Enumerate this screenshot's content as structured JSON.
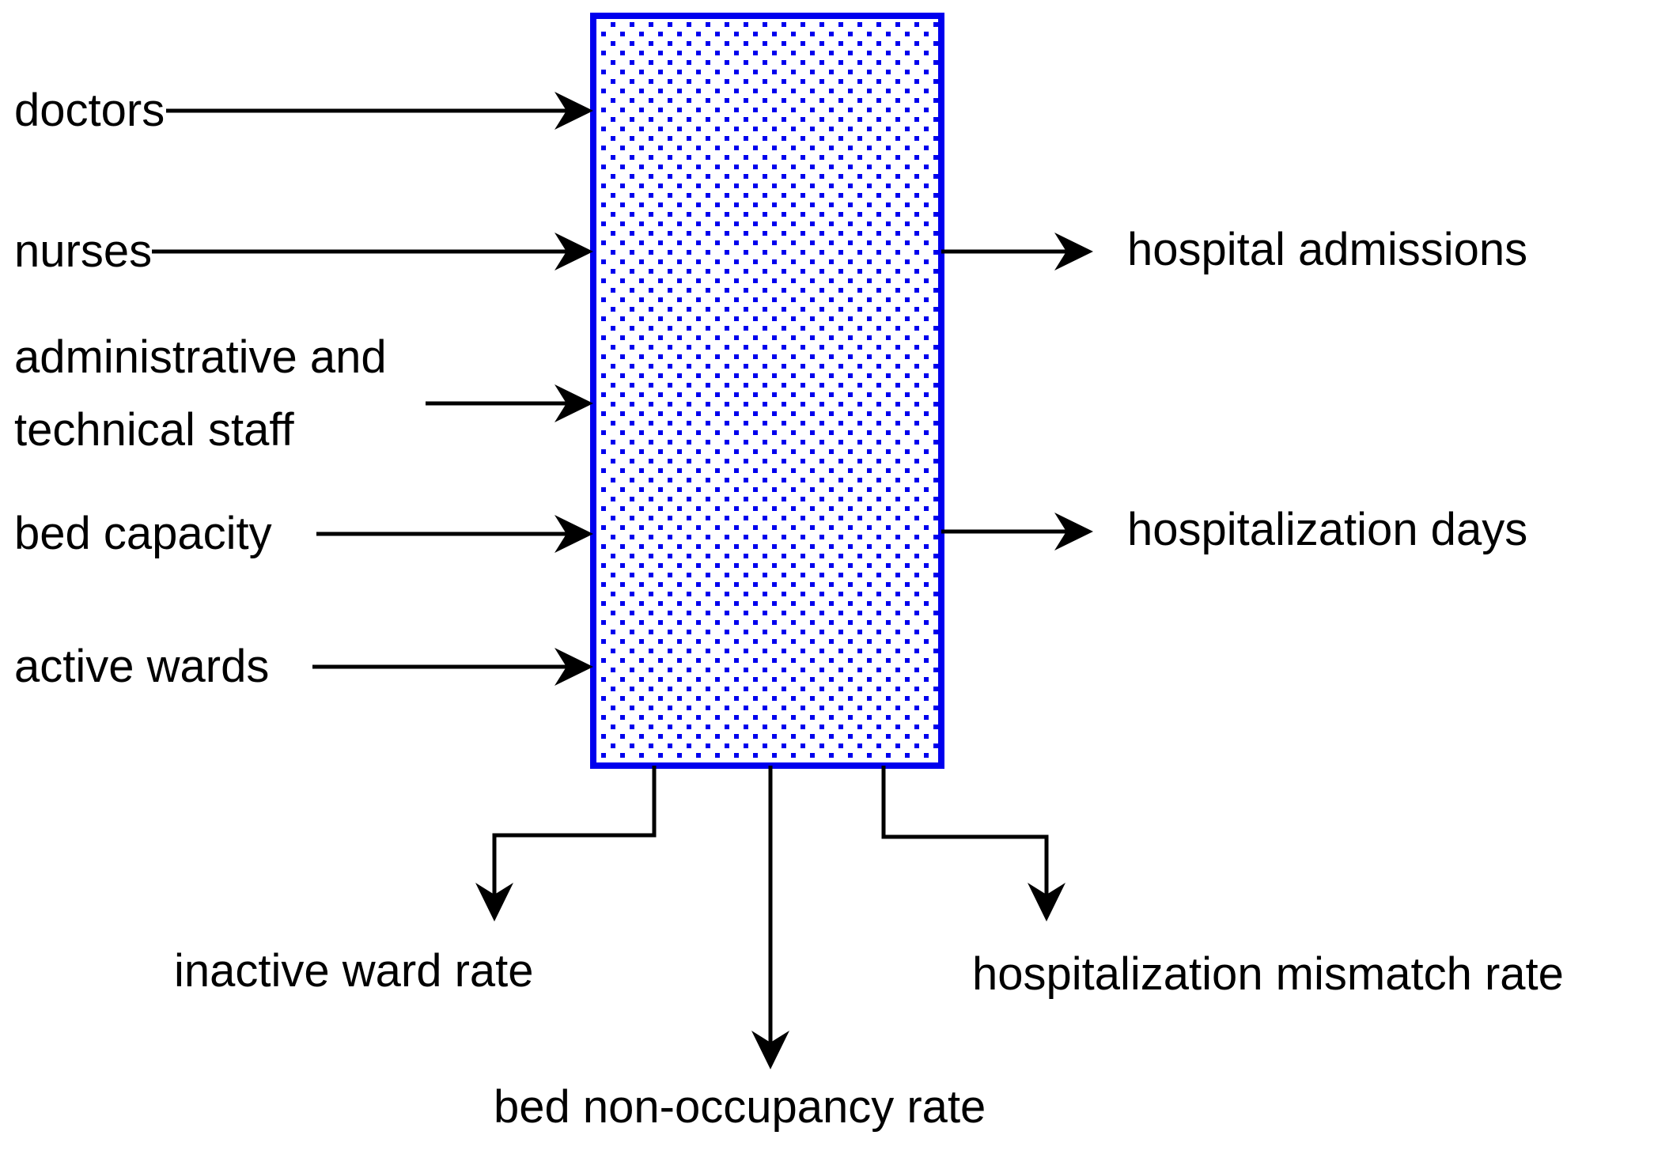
{
  "colors": {
    "box_border": "#0000EE",
    "box_dot": "#0000EE",
    "arrow": "#000000",
    "text": "#000000",
    "background": "#FFFFFF"
  },
  "inputs": [
    {
      "label": "doctors"
    },
    {
      "label": "nurses"
    },
    {
      "lines": [
        "administrative and",
        "technical staff"
      ]
    },
    {
      "label": "bed capacity"
    },
    {
      "label": "active wards"
    }
  ],
  "outputs_right": [
    {
      "label": "hospital admissions"
    },
    {
      "label": "hospitalization days"
    }
  ],
  "outputs_bottom": [
    {
      "label": "inactive ward rate"
    },
    {
      "label": "bed non-occupancy rate"
    },
    {
      "label": "hospitalization mismatch rate"
    }
  ]
}
